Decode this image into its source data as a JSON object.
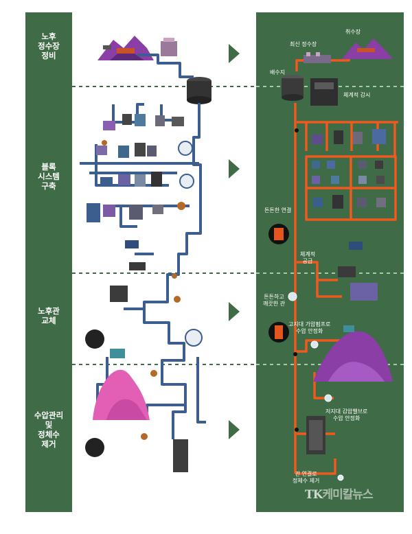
{
  "stages": [
    {
      "label": "노후\n정수장\n정비"
    },
    {
      "label": "블록\n시스템\n구축"
    },
    {
      "label": "노후관\n교체"
    },
    {
      "label": "수압관리\n및\n정체수\n제거"
    }
  ],
  "right_labels": {
    "intake": "취수장",
    "new_plant": "최신 정수장",
    "reservoir": "배수지",
    "monitoring": "체계적 감시",
    "strong_connection": "튼튼한 연결",
    "systematic_supply": "체계적\n공급",
    "clean_pipe": "튼튼하고\n깨끗한 관",
    "high_pressure": "고지대 가압펌프로\n수압 안정화",
    "low_pressure": "저지대 감압밸브로\n수압 안정화",
    "pipe_connection": "관 연결로\n정체수 제거"
  },
  "watermark": {
    "prefix": "TK",
    "text": "케미칼뉴스"
  },
  "colors": {
    "panel": "#3f6b46",
    "pipe_orange": "#ef5a1e",
    "pipe_blue": "#3b5d8f",
    "mountain_purple": "#8b3fa6",
    "mountain_pink": "#e25fb5"
  }
}
